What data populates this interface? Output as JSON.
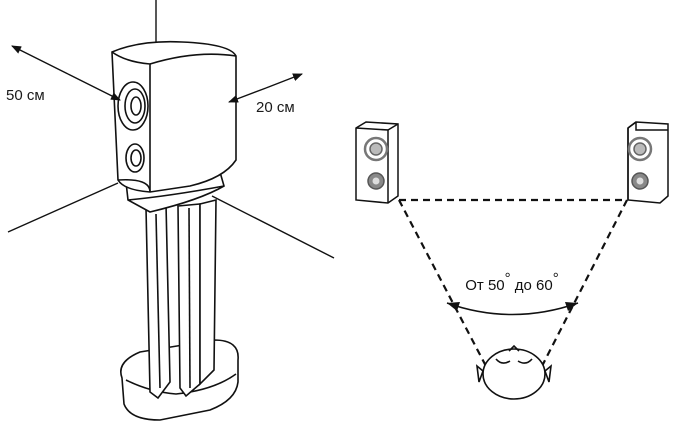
{
  "left_figure": {
    "back_distance_label": "50 см",
    "side_distance_label": "20 см"
  },
  "right_figure": {
    "angle_prefix": "От 50",
    "angle_middle": " до 60",
    "degree_symbol": "°"
  }
}
